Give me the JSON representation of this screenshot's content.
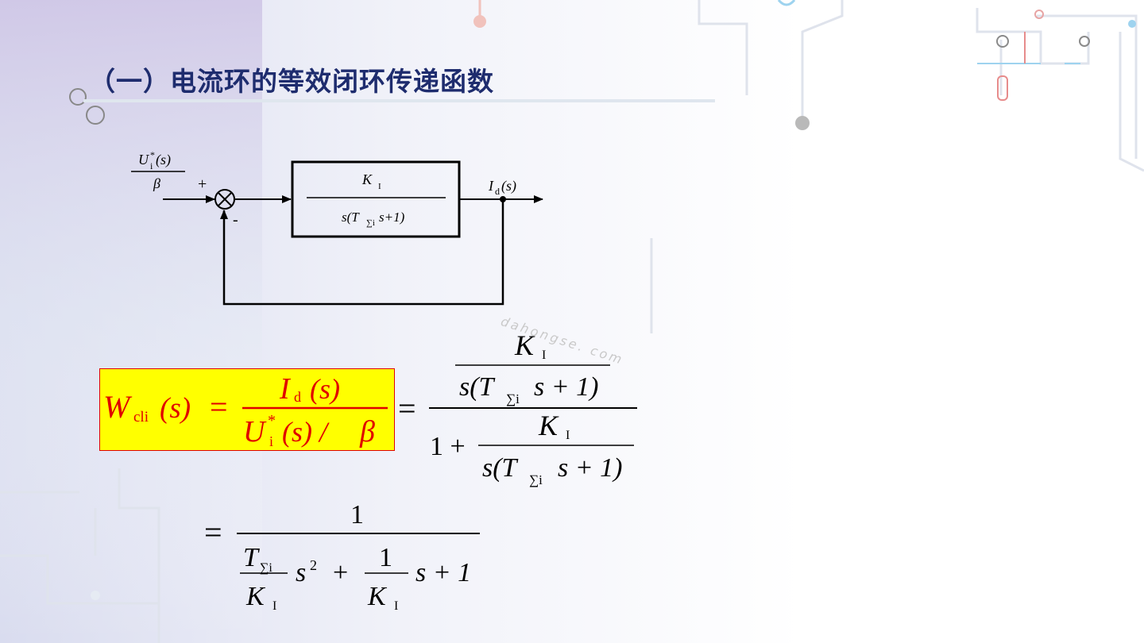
{
  "slide": {
    "title": "（一）电流环的等效闭环传递函数",
    "watermark": "dahongse. com"
  },
  "block_diagram": {
    "input_numerator": "U",
    "input_sup": "*",
    "input_sub": "i",
    "input_arg": "(s)",
    "input_denominator": "β",
    "plus_sign": "+",
    "minus_sign": "-",
    "block_numerator_K": "K",
    "block_numerator_sub": "I",
    "block_den_prefix": "s(T",
    "block_den_sub": "∑i",
    "block_den_suffix": "s+1)",
    "output_I": "I",
    "output_sub": "d",
    "output_arg": "(s)"
  },
  "formula1": {
    "lhs_W": "W",
    "lhs_sub": "cli",
    "lhs_arg": "(s)",
    "equals": "=",
    "frac_num_I": "I",
    "frac_num_sub": "d",
    "frac_num_arg": "(s)",
    "frac_den_U": "U",
    "frac_den_sup": "*",
    "frac_den_sub": "i",
    "frac_den_arg": "(s) / ",
    "frac_den_beta": "β",
    "equals2": "=",
    "rhs_top_K": "K",
    "rhs_top_sub": "I",
    "rhs_top_den_a": "s(T",
    "rhs_top_den_sub": "∑i",
    "rhs_top_den_b": "s + 1)",
    "rhs_one_plus": "1 +",
    "rhs_bot_K": "K",
    "rhs_bot_sub": "I",
    "rhs_bot_den_a": "s(T",
    "rhs_bot_den_sub": "∑i",
    "rhs_bot_den_b": "s + 1)"
  },
  "formula2": {
    "equals": "=",
    "numerator": "1",
    "t_T": "T",
    "t_sub": "∑i",
    "t_K": "K",
    "t_Ksub": "I",
    "s2_s": "s",
    "s2_exp": "2",
    "plus1": "+",
    "one": "1",
    "k2_K": "K",
    "k2_sub": "I",
    "s_plus_one": "s + 1"
  },
  "colors": {
    "title": "#1e2c6e",
    "highlight_fill": "#ffff00",
    "highlight_border": "#e00000",
    "formula_red": "#e00000",
    "formula_black": "#000000"
  }
}
